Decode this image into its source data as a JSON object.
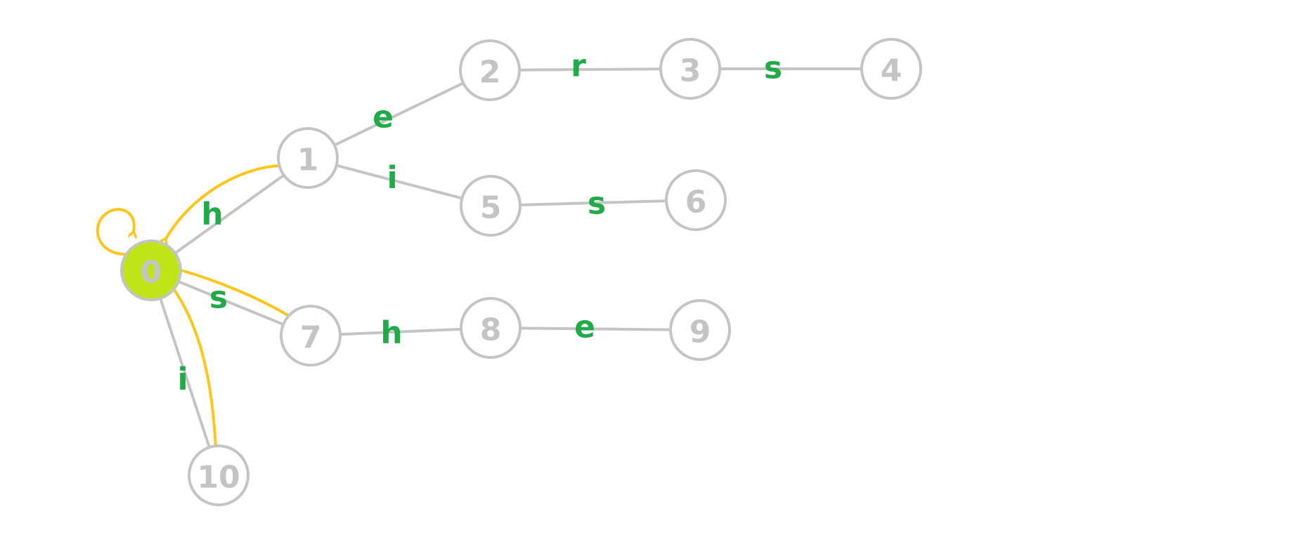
{
  "colors": {
    "node_stroke": "#c4c4c4",
    "node_label": "#c4c4c4",
    "root_fill": "#bde518",
    "edge_label": "#22aa4a",
    "fail_link": "#ffc619",
    "background": "#ffffff"
  },
  "nodes": [
    {
      "id": "0",
      "label": "0",
      "root": true
    },
    {
      "id": "1",
      "label": "1"
    },
    {
      "id": "2",
      "label": "2"
    },
    {
      "id": "3",
      "label": "3"
    },
    {
      "id": "4",
      "label": "4"
    },
    {
      "id": "5",
      "label": "5"
    },
    {
      "id": "6",
      "label": "6"
    },
    {
      "id": "7",
      "label": "7"
    },
    {
      "id": "8",
      "label": "8"
    },
    {
      "id": "9",
      "label": "9"
    },
    {
      "id": "10",
      "label": "10"
    }
  ],
  "edges": [
    {
      "from": "0",
      "to": "1",
      "label": "h"
    },
    {
      "from": "1",
      "to": "2",
      "label": "e"
    },
    {
      "from": "2",
      "to": "3",
      "label": "r"
    },
    {
      "from": "3",
      "to": "4",
      "label": "s"
    },
    {
      "from": "1",
      "to": "5",
      "label": "i"
    },
    {
      "from": "5",
      "to": "6",
      "label": "s"
    },
    {
      "from": "0",
      "to": "7",
      "label": "s"
    },
    {
      "from": "7",
      "to": "8",
      "label": "h"
    },
    {
      "from": "8",
      "to": "9",
      "label": "e"
    },
    {
      "from": "0",
      "to": "10",
      "label": "i"
    }
  ],
  "fail_links": [
    {
      "from": "0",
      "to": "0"
    },
    {
      "from": "1",
      "to": "0"
    },
    {
      "from": "7",
      "to": "0"
    },
    {
      "from": "10",
      "to": "0"
    }
  ]
}
